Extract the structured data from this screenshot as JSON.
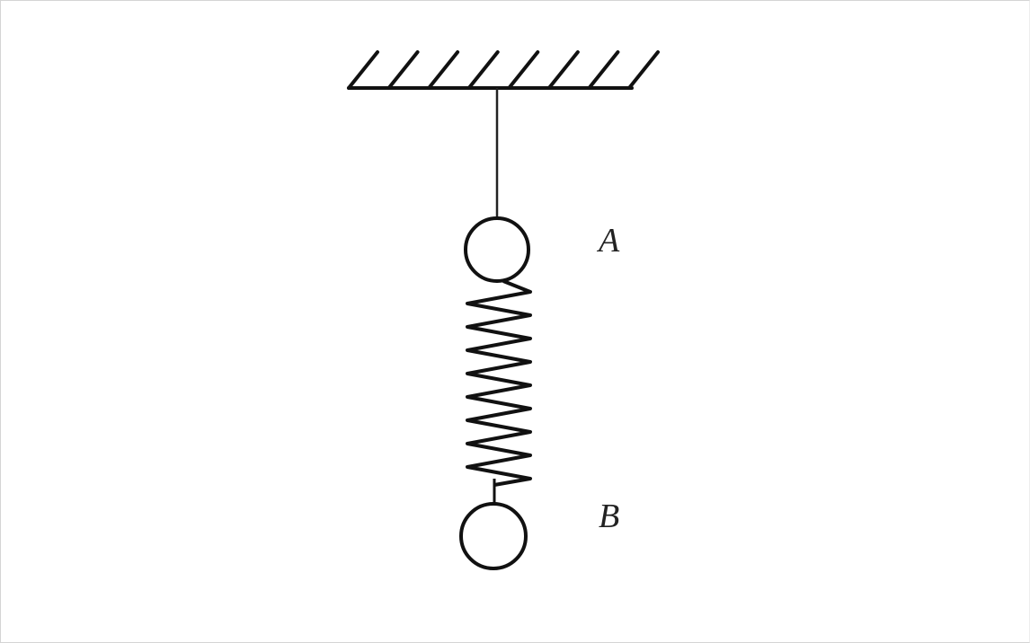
{
  "diagram": {
    "labels": {
      "ball_a": "A",
      "ball_b": "B"
    },
    "stroke_color": "#111111",
    "ceiling_hatch_count": 8,
    "spring_coils": 9
  }
}
